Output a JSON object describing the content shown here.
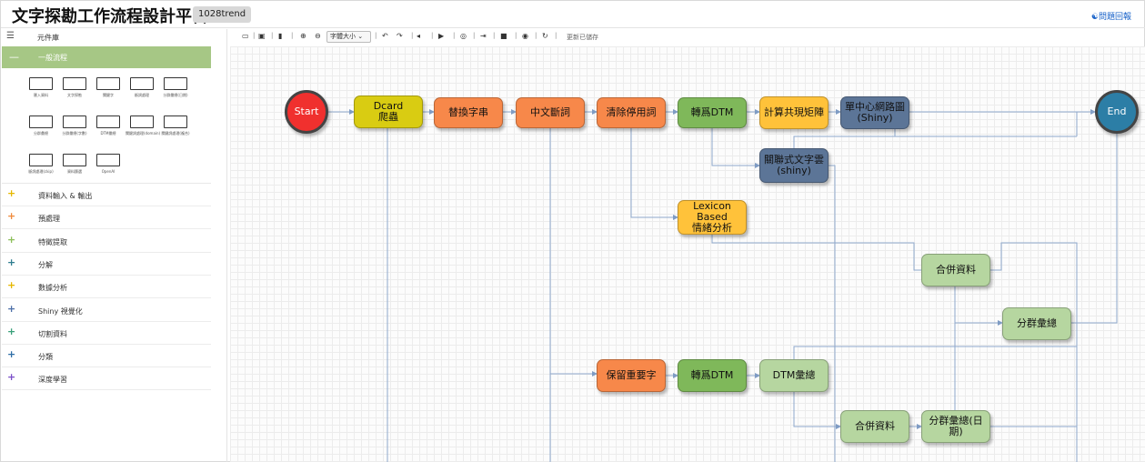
{
  "header": {
    "title": "文字探勘工作流程設計平台",
    "badge": "1028trend",
    "report_link": "問題回報"
  },
  "sidebar": {
    "header_label": "元件庫",
    "active_group": "一般流程",
    "palette": [
      {
        "label": "匯入資料"
      },
      {
        "label": "文字探勘"
      },
      {
        "label": "關鍵字"
      },
      {
        "label": "斷詞處理"
      },
      {
        "label": "分群彙總(日期)"
      },
      {
        "label": "分群彙總"
      },
      {
        "label": "分群彙總(字數)"
      },
      {
        "label": "DTM彙總"
      },
      {
        "label": "關鍵詞處理(domain)"
      },
      {
        "label": "關鍵詞處理(複合)"
      },
      {
        "label": "斷詞處理(ckip)"
      },
      {
        "label": "資料篩選"
      },
      {
        "label": "OpenAI"
      }
    ],
    "groups": [
      {
        "label": "資料輸入 & 輸出",
        "color": "#e6b800"
      },
      {
        "label": "預處理",
        "color": "#f08a3c"
      },
      {
        "label": "特徵提取",
        "color": "#8dbf5a"
      },
      {
        "label": "分解",
        "color": "#2f7d8f"
      },
      {
        "label": "數據分析",
        "color": "#e6b800"
      },
      {
        "label": "Shiny 視覺化",
        "color": "#4d6fa8"
      },
      {
        "label": "切割資料",
        "color": "#3aa07a"
      },
      {
        "label": "分類",
        "color": "#2e6ea6"
      },
      {
        "label": "深度學習",
        "color": "#7b4fc9"
      }
    ]
  },
  "toolbar": {
    "font_size_select": "字體大小",
    "status": "更新已儲存",
    "icons": [
      "monitor-icon",
      "save-icon",
      "delete-icon",
      "zoom-in-icon",
      "zoom-out-icon",
      "undo-icon",
      "redo-icon",
      "step-back-icon",
      "play-icon",
      "target-icon",
      "export-icon",
      "stop-icon",
      "eye-icon",
      "refresh-icon"
    ]
  },
  "colors": {
    "start": "#f0302e",
    "end": "#2c7ea6",
    "yellow": "#d9cc12",
    "orange": "#f7884a",
    "green": "#7fb85a",
    "lightyellow": "#ffc23a",
    "slate": "#5c7597",
    "palegreen": "#b6d6a0"
  },
  "flow": {
    "nodes": [
      {
        "id": "start",
        "label": "Start"
      },
      {
        "id": "dcard",
        "label": "Dcard\n爬蟲"
      },
      {
        "id": "replace",
        "label": "替換字串"
      },
      {
        "id": "segment",
        "label": "中文斷詞"
      },
      {
        "id": "stopword",
        "label": "清除停用詞"
      },
      {
        "id": "dtm1",
        "label": "轉爲DTM"
      },
      {
        "id": "cooc",
        "label": "計算共現矩陣"
      },
      {
        "id": "network",
        "label": "單中心網路圖\n(Shiny)"
      },
      {
        "id": "end",
        "label": "End"
      },
      {
        "id": "wordcloud",
        "label": "關聯式文字雲\n(shiny)"
      },
      {
        "id": "lexicon",
        "label": "Lexicon Based\n情緒分析"
      },
      {
        "id": "merge1",
        "label": "合併資料"
      },
      {
        "id": "cluster1",
        "label": "分群彙總"
      },
      {
        "id": "keep",
        "label": "保留重要字"
      },
      {
        "id": "dtm2",
        "label": "轉爲DTM"
      },
      {
        "id": "dtmagg",
        "label": "DTM彙總"
      },
      {
        "id": "merge2",
        "label": "合併資料"
      },
      {
        "id": "cluster2",
        "label": "分群彙總(日期)"
      }
    ]
  }
}
